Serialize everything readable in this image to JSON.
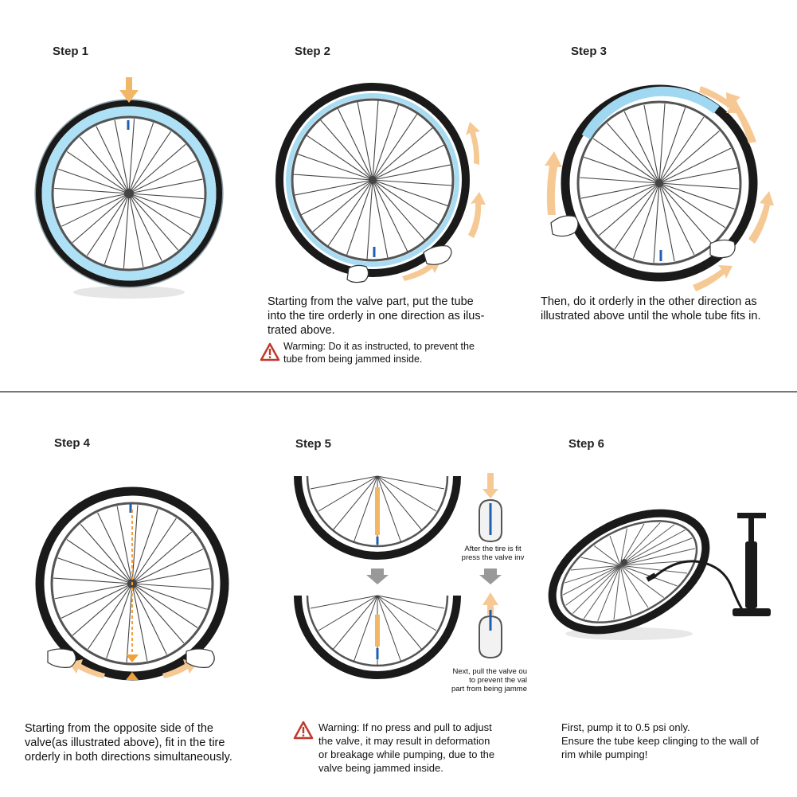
{
  "steps": [
    {
      "title": "Step 1"
    },
    {
      "title": "Step 2",
      "caption": [
        "Starting from the valve part, put the tube",
        "into the tire orderly in one direction as ilus-",
        "trated above."
      ],
      "warning": [
        "Warming: Do it as instructed, to prevent the",
        "tube from being jammed inside."
      ]
    },
    {
      "title": "Step 3",
      "caption": [
        "Then, do it orderly in the other direction as",
        "illustrated above until the whole tube fits in."
      ]
    },
    {
      "title": "Step 4",
      "caption": [
        "Starting from the opposite side of the",
        "valve(as illustrated above), fit in the tire",
        "orderly in both directions simultaneously."
      ]
    },
    {
      "title": "Step 5",
      "note_top": [
        "After the tire is fit",
        "press the valve inv"
      ],
      "note_bottom": [
        "Next, pull the valve ou",
        "to prevent the val",
        "part from being jamme"
      ],
      "warning": [
        "Warning: If no press and pull to adjust",
        "the valve, it may result in deformation",
        "or breakage while pumping, due to the",
        "valve being jammed inside."
      ]
    },
    {
      "title": "Step 6",
      "caption": [
        "First, pump it to 0.5 psi only.",
        "Ensure the tube keep clinging to the wall of",
        "rim while pumping!"
      ]
    }
  ],
  "colors": {
    "arrow": "#f2b766",
    "tube": "#aee1f5",
    "tire": "#1a1a1a",
    "warning": "#c0392b"
  },
  "icons": [
    "warning-triangle-icon",
    "hand-icon",
    "direction-arrow-icon",
    "air-pump-icon"
  ]
}
